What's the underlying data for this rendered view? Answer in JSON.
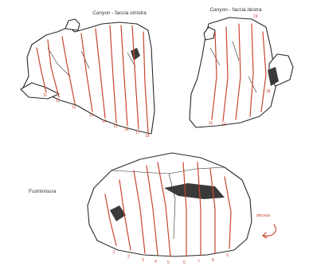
{
  "colors": {
    "route": "#c8462f",
    "ink": "#2a2a2a",
    "caption": "#333333",
    "background": "#ffffff"
  },
  "panels": [
    {
      "caption": "Canyon - faccia sinistra",
      "route_numbers": [
        "11",
        "11",
        "12",
        "13",
        "14",
        "15",
        "16",
        "17",
        "18"
      ]
    },
    {
      "caption": "Canyon - faccia destra",
      "route_numbers": [
        "19",
        "18",
        "11",
        "12"
      ]
    },
    {
      "caption": "Fuorimisura",
      "annotation": "discesa",
      "route_numbers": [
        "1",
        "2",
        "3",
        "4",
        "5",
        "6",
        "7",
        "8",
        "9"
      ]
    }
  ]
}
